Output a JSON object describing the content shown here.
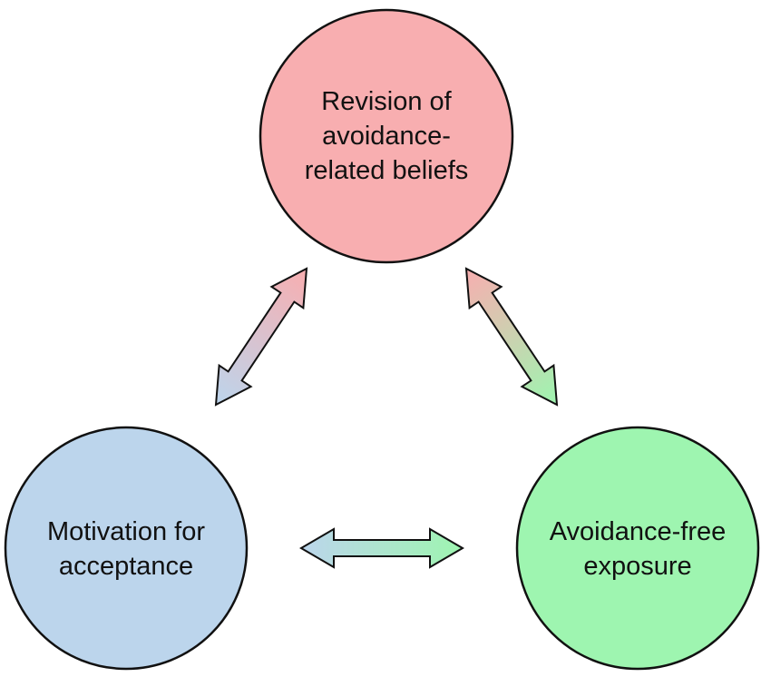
{
  "nodes": {
    "top": {
      "lines": [
        "Revision of",
        "avoidance-",
        "related beliefs"
      ],
      "fill": "#f8aeb0"
    },
    "left": {
      "lines": [
        "Motivation for",
        "acceptance"
      ],
      "fill": "#bcd5ec"
    },
    "right": {
      "lines": [
        "Avoidance-free",
        "exposure"
      ],
      "fill": "#9ef5b0"
    }
  },
  "arrows": [
    {
      "from": "left",
      "to": "top",
      "bidirectional": true
    },
    {
      "from": "top",
      "to": "right",
      "bidirectional": true
    },
    {
      "from": "left",
      "to": "right",
      "bidirectional": true
    }
  ],
  "colors": {
    "stroke": "#111111",
    "text": "#111111",
    "background": "#ffffff"
  }
}
